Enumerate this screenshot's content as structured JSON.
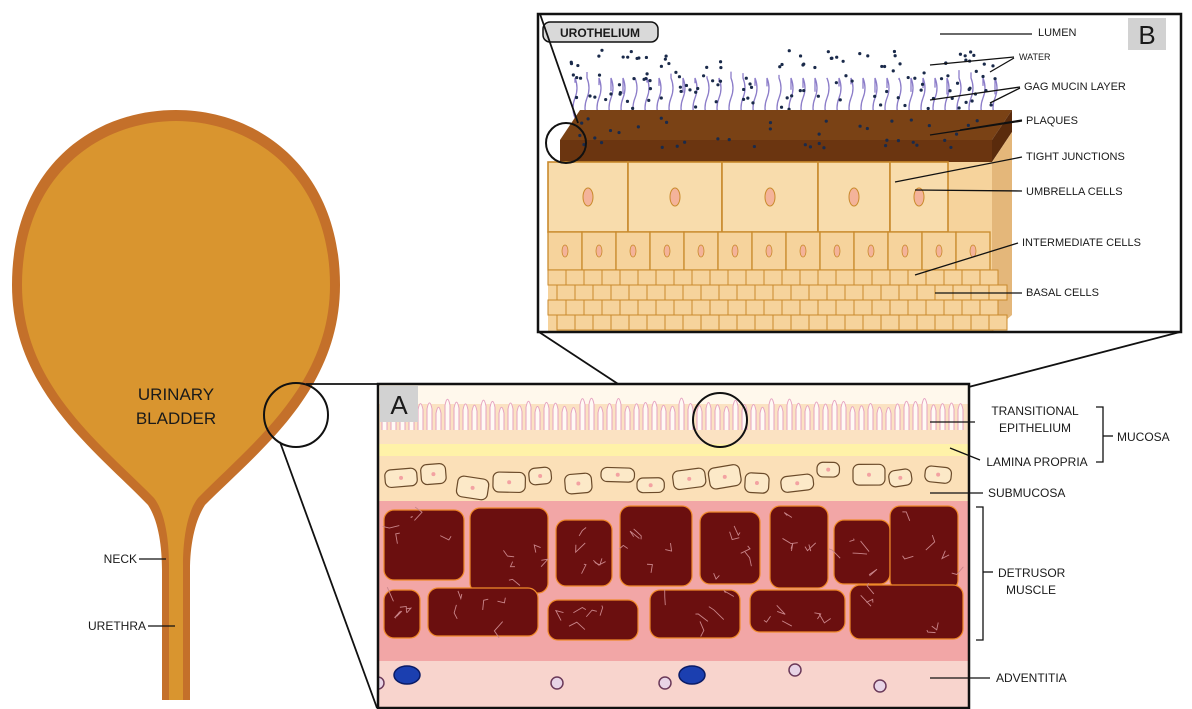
{
  "organ": {
    "title_line1": "URINARY",
    "title_line2": "BLADDER",
    "neck_label": "NECK",
    "urethra_label": "URETHRA"
  },
  "panel_a": {
    "letter": "A",
    "labels": {
      "transitional_line1": "TRANSITIONAL",
      "transitional_line2": "EPITHELIUM",
      "lamina_propria": "LAMINA PROPRIA",
      "mucosa": "MUCOSA",
      "submucosa": "SUBMUCOSA",
      "detrusor_line1": "DETRUSOR",
      "detrusor_line2": "MUSCLE",
      "adventitia": "ADVENTITIA"
    }
  },
  "panel_b": {
    "letter": "B",
    "badge": "UROTHELIUM",
    "labels": {
      "lumen": "LUMEN",
      "water": "WATER",
      "gag_mucin": "GAG MUCIN LAYER",
      "plaques": "PLAQUES",
      "tight_junctions": "TIGHT JUNCTIONS",
      "umbrella_cells": "UMBRELLA CELLS",
      "intermediate_cells": "INTERMEDIATE CELLS",
      "basal_cells": "BASAL CELLS"
    }
  },
  "colors": {
    "bladder_fill": "#d9952f",
    "bladder_rim": "#c4702a",
    "epithelium": "#fbe2c2",
    "muscle": "#6b0f0f",
    "muscle_bg": "#f2a6a6",
    "adventitia": "#f8d4cd",
    "plaque": "#6b3510",
    "cell_fill": "#f6d39c",
    "cell_line": "#c98a2c",
    "badge_bg": "#d9d9d9"
  }
}
